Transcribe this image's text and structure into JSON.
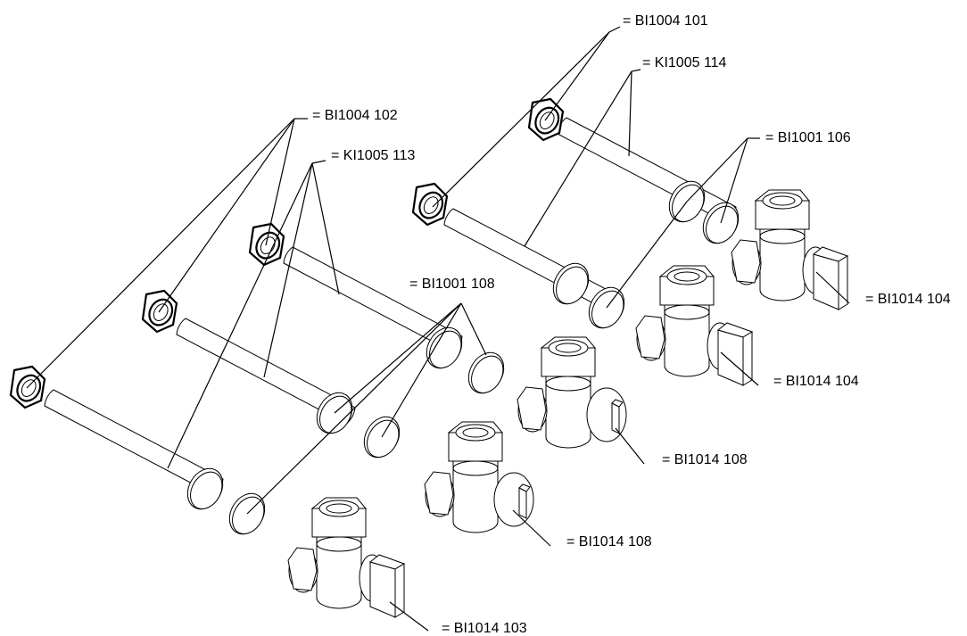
{
  "labels": {
    "bi1004_101": "= BI1004 101",
    "ki1005_114": "= KI1005 114",
    "bi1004_102": "= BI1004 102",
    "ki1005_113": "= KI1005 113",
    "bi1001_106": "= BI1001 106",
    "bi1001_108": "= BI1001 108",
    "bi1014_104a": "= BI1014 104",
    "bi1014_104b": "= BI1014 104",
    "bi1014_108a": "= BI1014 108",
    "bi1014_108b": "= BI1014 108",
    "bi1014_103": "= BI1014 103"
  }
}
